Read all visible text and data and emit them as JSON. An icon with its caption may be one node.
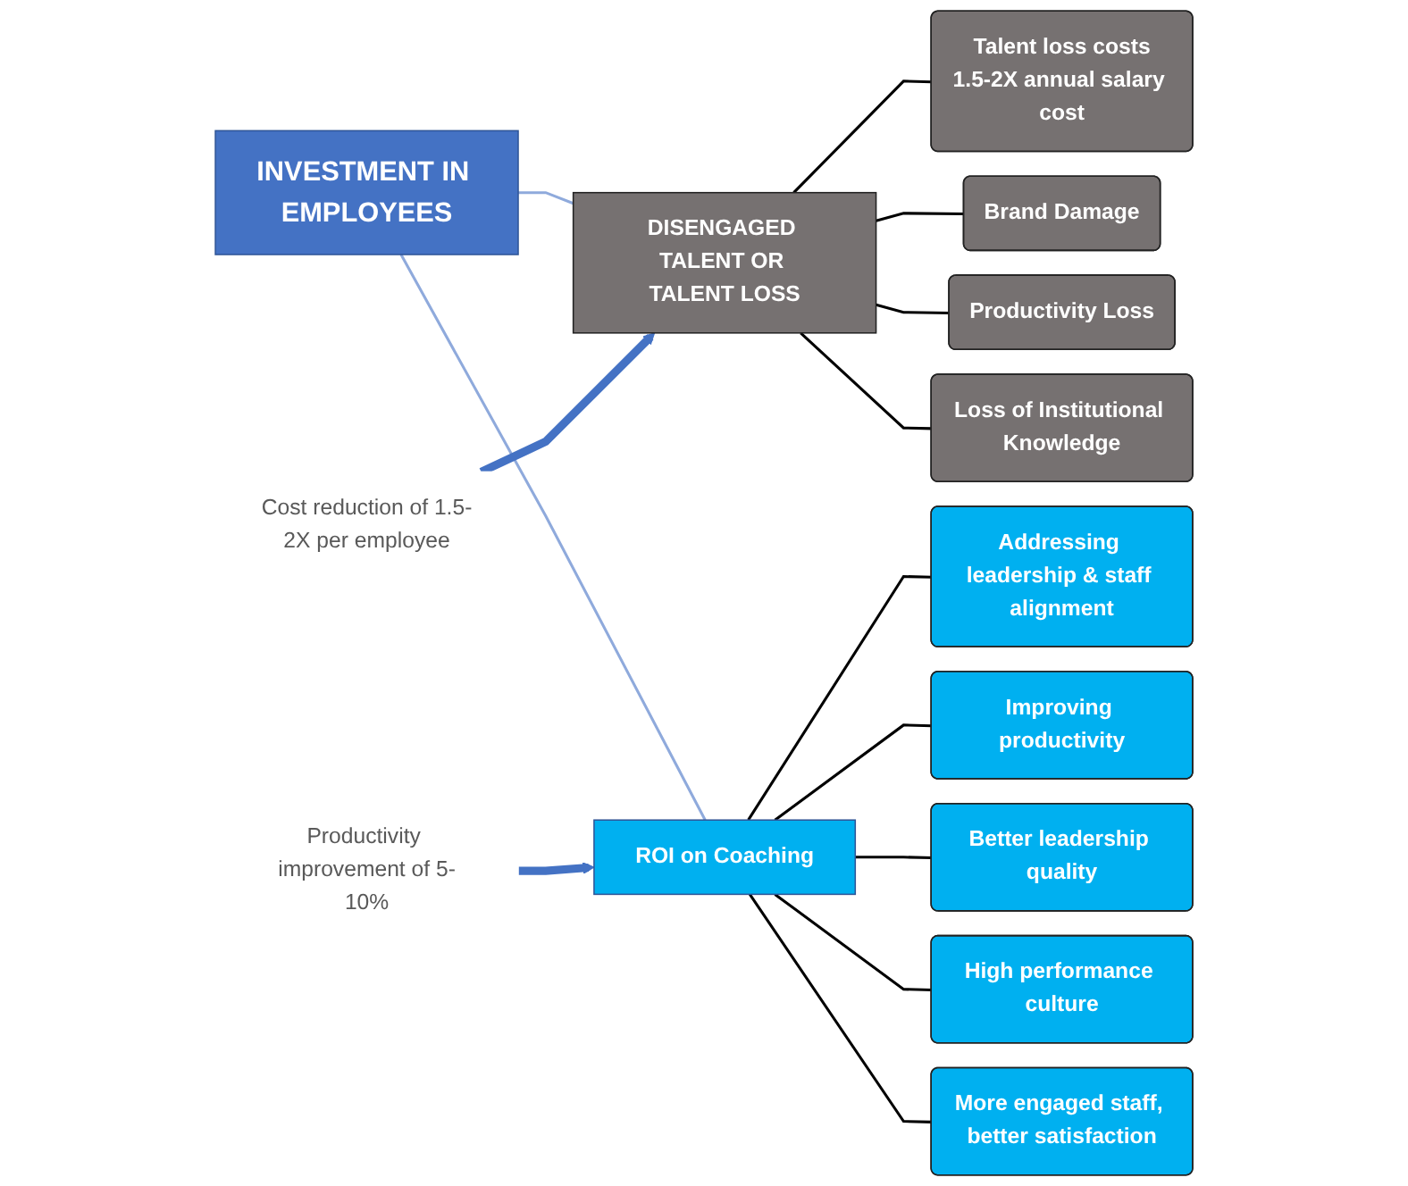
{
  "diagram": {
    "nodes": [
      {
        "text": [
          "INVESTMENT IN EMPLOYEES"
        ]
      },
      {
        "text": [
          "DISENGAGED TALENT OR TALENT LOSS"
        ]
      },
      {
        "text": [
          "ROI on Coaching"
        ]
      },
      {
        "text": [
          "Talent loss costs",
          "1.5-2X annual salary cost"
        ]
      },
      {
        "text": [
          "Brand Damage"
        ]
      },
      {
        "text": [
          "Productivity Loss"
        ]
      },
      {
        "text": [
          "Loss of Institutional Knowledge"
        ]
      },
      {
        "text": [
          "Addressing leadership & staff alignment"
        ]
      },
      {
        "text": [
          "Improving productivity"
        ]
      },
      {
        "text": [
          "Better leadership quality"
        ]
      },
      {
        "text": [
          "High performance culture"
        ]
      },
      {
        "text": [
          "More engaged staff, better satisfaction"
        ]
      },
      {
        "text": [
          "Cost reduction of 1.5-2X per employee"
        ]
      },
      {
        "text": [
          "Productivity improvement of 5-10%"
        ]
      }
    ],
    "edges": [
      {
        "from": 0,
        "to": 1,
        "arrow": "none",
        "color": "#8faadc"
      },
      {
        "from": 0,
        "to": 2,
        "arrow": "none",
        "color": "#8faadc"
      },
      {
        "from": 1,
        "to": 3,
        "arrow": "none"
      },
      {
        "from": 1,
        "to": 4,
        "arrow": "none"
      },
      {
        "from": 1,
        "to": 5,
        "arrow": "none"
      },
      {
        "from": 1,
        "to": 6,
        "arrow": "none"
      },
      {
        "from": 2,
        "to": 7,
        "arrow": "none"
      },
      {
        "from": 2,
        "to": 8,
        "arrow": "none"
      },
      {
        "from": 2,
        "to": 9,
        "arrow": "none"
      },
      {
        "from": 2,
        "to": 10,
        "arrow": "none"
      },
      {
        "from": 2,
        "to": 11,
        "arrow": "none"
      },
      {
        "from": 12,
        "to": 1,
        "arrow": "to",
        "style": "thick",
        "color": "#4472c4"
      },
      {
        "from": 13,
        "to": 2,
        "arrow": "to",
        "style": "thick",
        "color": "#4472c4"
      }
    ]
  }
}
